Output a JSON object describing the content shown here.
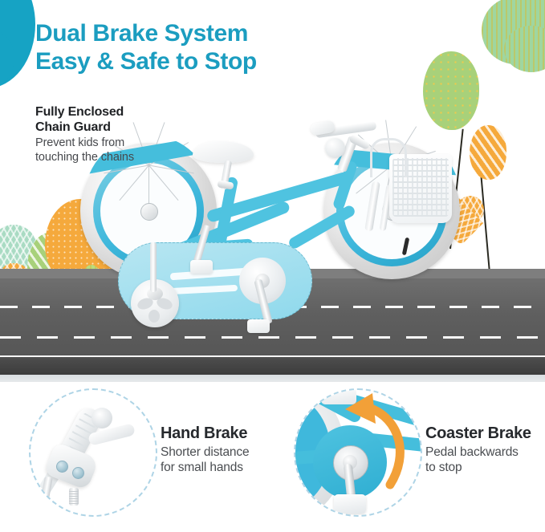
{
  "headline": {
    "line1": "Dual Brake System",
    "line2": "Easy & Safe to Stop",
    "color": "#1B9DC0"
  },
  "callout": {
    "title_line1": "Fully Enclosed",
    "title_line2": "Chain Guard",
    "sub_line1": "Prevent kids from",
    "sub_line2": "touching the chains",
    "connector": "dashed-leader-line"
  },
  "panels": [
    {
      "id": "hand-brake",
      "title": "Hand Brake",
      "sub_line1": "Shorter distance",
      "sub_line2": "for small hands",
      "image_alt": "white hand brake lever on handlebar"
    },
    {
      "id": "coaster-brake",
      "title": "Coaster Brake",
      "sub_line1": "Pedal backwards",
      "sub_line2": "to stop",
      "image_alt": "blue crank and pedal with orange backward rotation arrow"
    }
  ],
  "scene": {
    "product_alt": "teal kids bicycle with training wheels and white basket",
    "road_alt": "grey road with dashed white lane markings"
  },
  "colors": {
    "brand_teal": "#1B9DC0",
    "bike_blue": "#4FC3E0",
    "chainguard_blue": "#8FD9EC",
    "arrow_orange": "#F2A038",
    "tree_green": "#A8D17A",
    "tree_orange": "#F5A93C",
    "hill_yellow": "#C9CC44",
    "road_grey": "#5F5F5F",
    "heading_dark": "#26292D",
    "body_grey": "#4A4D51",
    "dash_blue": "#AED4E6"
  },
  "trees": [
    {
      "name": "tree-green-tall-left",
      "pattern": "mesh"
    },
    {
      "name": "tree-green-stripe",
      "pattern": "stripe-diagonal"
    },
    {
      "name": "tree-orange-big",
      "pattern": "dots"
    },
    {
      "name": "tree-orange-small-left",
      "pattern": "mesh"
    },
    {
      "name": "tree-green-tiny",
      "pattern": "stripe-vertical"
    },
    {
      "name": "tree-green-dotted-right",
      "pattern": "dots"
    },
    {
      "name": "tree-green-cloud-top-right",
      "pattern": "stripe-vertical"
    },
    {
      "name": "tree-orange-stripe-right",
      "pattern": "stripe-diagonal"
    },
    {
      "name": "tree-orange-heart-right",
      "pattern": "mesh"
    }
  ]
}
